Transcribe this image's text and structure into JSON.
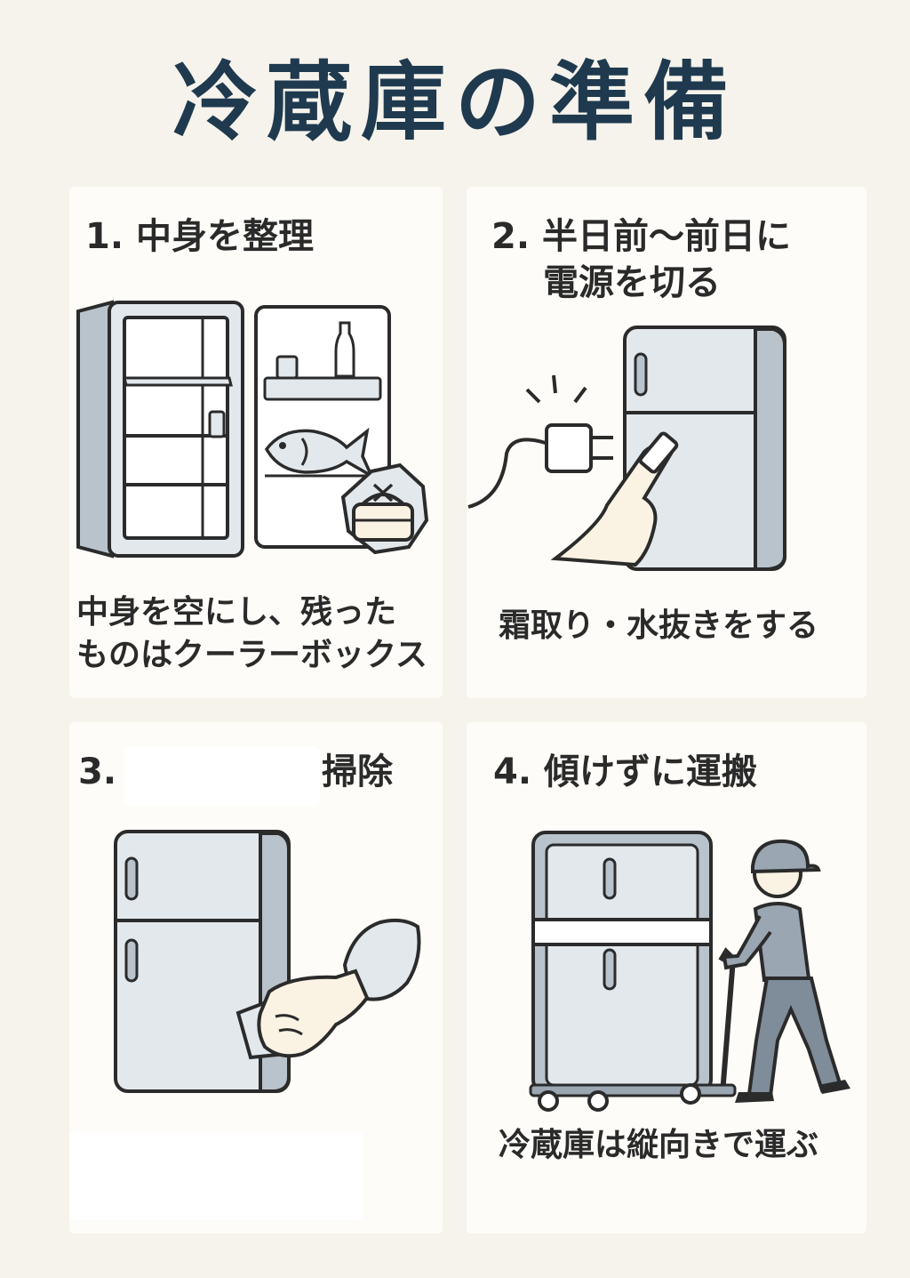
{
  "title": "冷蔵庫の準備",
  "colors": {
    "background": "#f6f3ec",
    "card": "#fdfcf8",
    "title": "#1f3a4f",
    "fridge_body": "#e3e8ec",
    "fridge_side": "#b9c3cc",
    "outline": "#2b2b2b",
    "skin": "#faf3e3",
    "worker": "#9aa6b2"
  },
  "steps": [
    {
      "number": "1.",
      "title": "中身を整理",
      "caption_lines": [
        "中身を空にし、残った",
        "ものはクーラーボックス"
      ],
      "icons": [
        "open-fridge-icon",
        "bottle-icon",
        "fish-icon",
        "cooler-box-icon"
      ]
    },
    {
      "number": "2.",
      "title_lines": [
        "半日前〜前日に",
        "電源を切る"
      ],
      "caption": "霜取り・水抜きをする",
      "icons": [
        "power-plug-icon",
        "fridge-icon",
        "hand-icon"
      ]
    },
    {
      "number": "3.",
      "title": "掃除",
      "icons": [
        "fridge-icon",
        "cleaning-cloth-icon",
        "hand-icon"
      ]
    },
    {
      "number": "4.",
      "title": "傾けずに運搬",
      "caption": "冷蔵庫は縦向きで運ぶ",
      "icons": [
        "fridge-icon",
        "hand-truck-icon",
        "mover-worker-icon"
      ]
    }
  ]
}
